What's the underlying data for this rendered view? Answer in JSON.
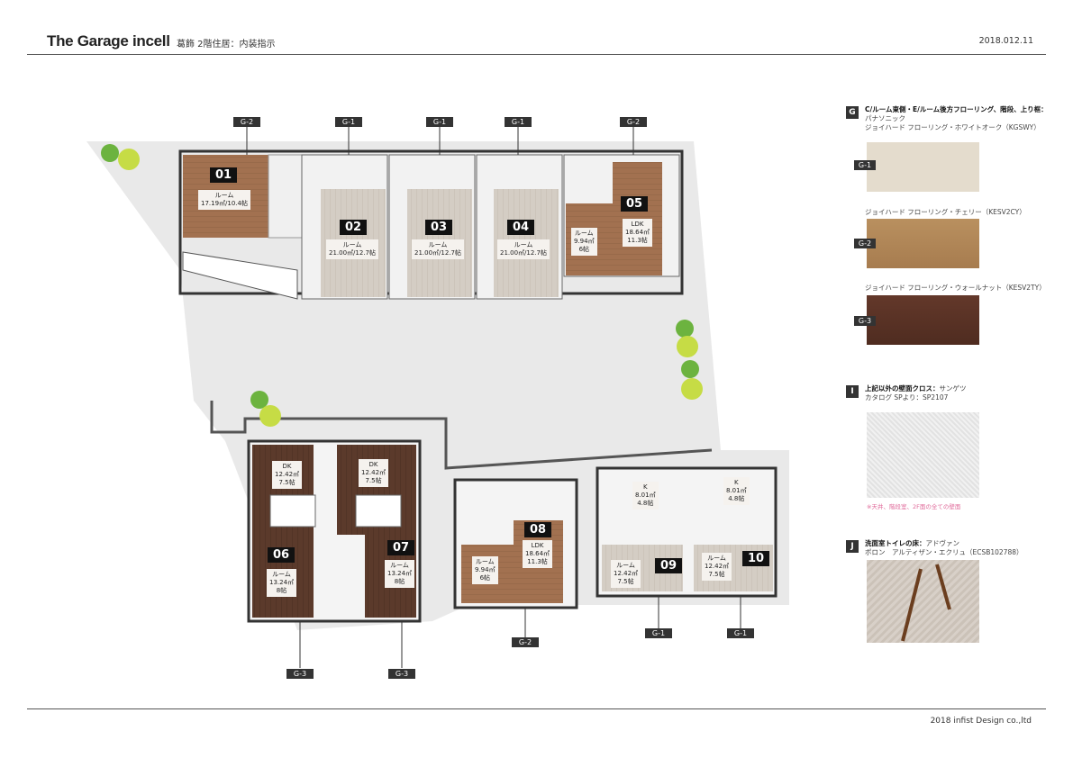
{
  "header": {
    "title": "The Garage incell",
    "subtitle": "葛飾 2階住居：内装指示",
    "date": "2018.012.11"
  },
  "footer": {
    "credit": "2018 infist Design co.,ltd"
  },
  "plan": {
    "flooring_tags": {
      "top": [
        "G-2",
        "G-1",
        "G-1",
        "G-1",
        "G-2"
      ],
      "bottom": [
        "G-3",
        "G-3",
        "G-2",
        "G-1",
        "G-1"
      ]
    },
    "units": [
      {
        "no": "01",
        "label": "ルーム\n17.19㎡/10.4帖"
      },
      {
        "no": "02",
        "label": "ルーム\n21.00㎡/12.7帖"
      },
      {
        "no": "03",
        "label": "ルーム\n21.00㎡/12.7帖"
      },
      {
        "no": "04",
        "label": "ルーム\n21.00㎡/12.7帖"
      },
      {
        "no": "05",
        "label": "LDK\n18.64㎡\n11.3帖",
        "label2": "ルーム\n9.94㎡\n6帖"
      },
      {
        "no": "06",
        "label": "ルーム\n13.24㎡\n8帖",
        "label2": "DK\n12.42㎡\n7.5帖"
      },
      {
        "no": "07",
        "label": "ルーム\n13.24㎡\n8帖",
        "label2": "DK\n12.42㎡\n7.5帖"
      },
      {
        "no": "08",
        "label": "LDK\n18.64㎡\n11.3帖",
        "label2": "ルーム\n9.94㎡\n6帖"
      },
      {
        "no": "09",
        "label": "ルーム\n12.42㎡\n7.5帖",
        "label2": "K\n8.01㎡\n4.8帖"
      },
      {
        "no": "10",
        "label": "ルーム\n12.42㎡\n7.5帖",
        "label2": "K\n8.01㎡\n4.8帖"
      }
    ]
  },
  "materials": {
    "G": {
      "letter": "G",
      "title": "C/ルーム東側・E/ルーム後方フローリング、階段、上り框：",
      "maker": "パナソニック",
      "items": [
        {
          "tag": "G-1",
          "name": "ジョイハード フローリング・ホワイトオーク（KGSWY）",
          "color": "#e4dccd"
        },
        {
          "tag": "G-2",
          "name": "ジョイハード フローリング・チェリー（KESV2CY）",
          "color": "#b08558"
        },
        {
          "tag": "G-3",
          "name": "ジョイハード フローリング・ウォールナット（KESV2TY）",
          "color": "#5a3224"
        }
      ]
    },
    "I": {
      "letter": "I",
      "title": "上記以外の壁面クロス：",
      "maker": "サンゲツ",
      "line2": "カタログ SPより：SP2107",
      "note": "※天井、階段室、2F面の全ての壁面"
    },
    "J": {
      "letter": "J",
      "title": "洗面室トイレの床：",
      "maker": "アドヴァン",
      "line2": "ポロン　アルティザン・エクリュ（ECSB102788）"
    }
  }
}
